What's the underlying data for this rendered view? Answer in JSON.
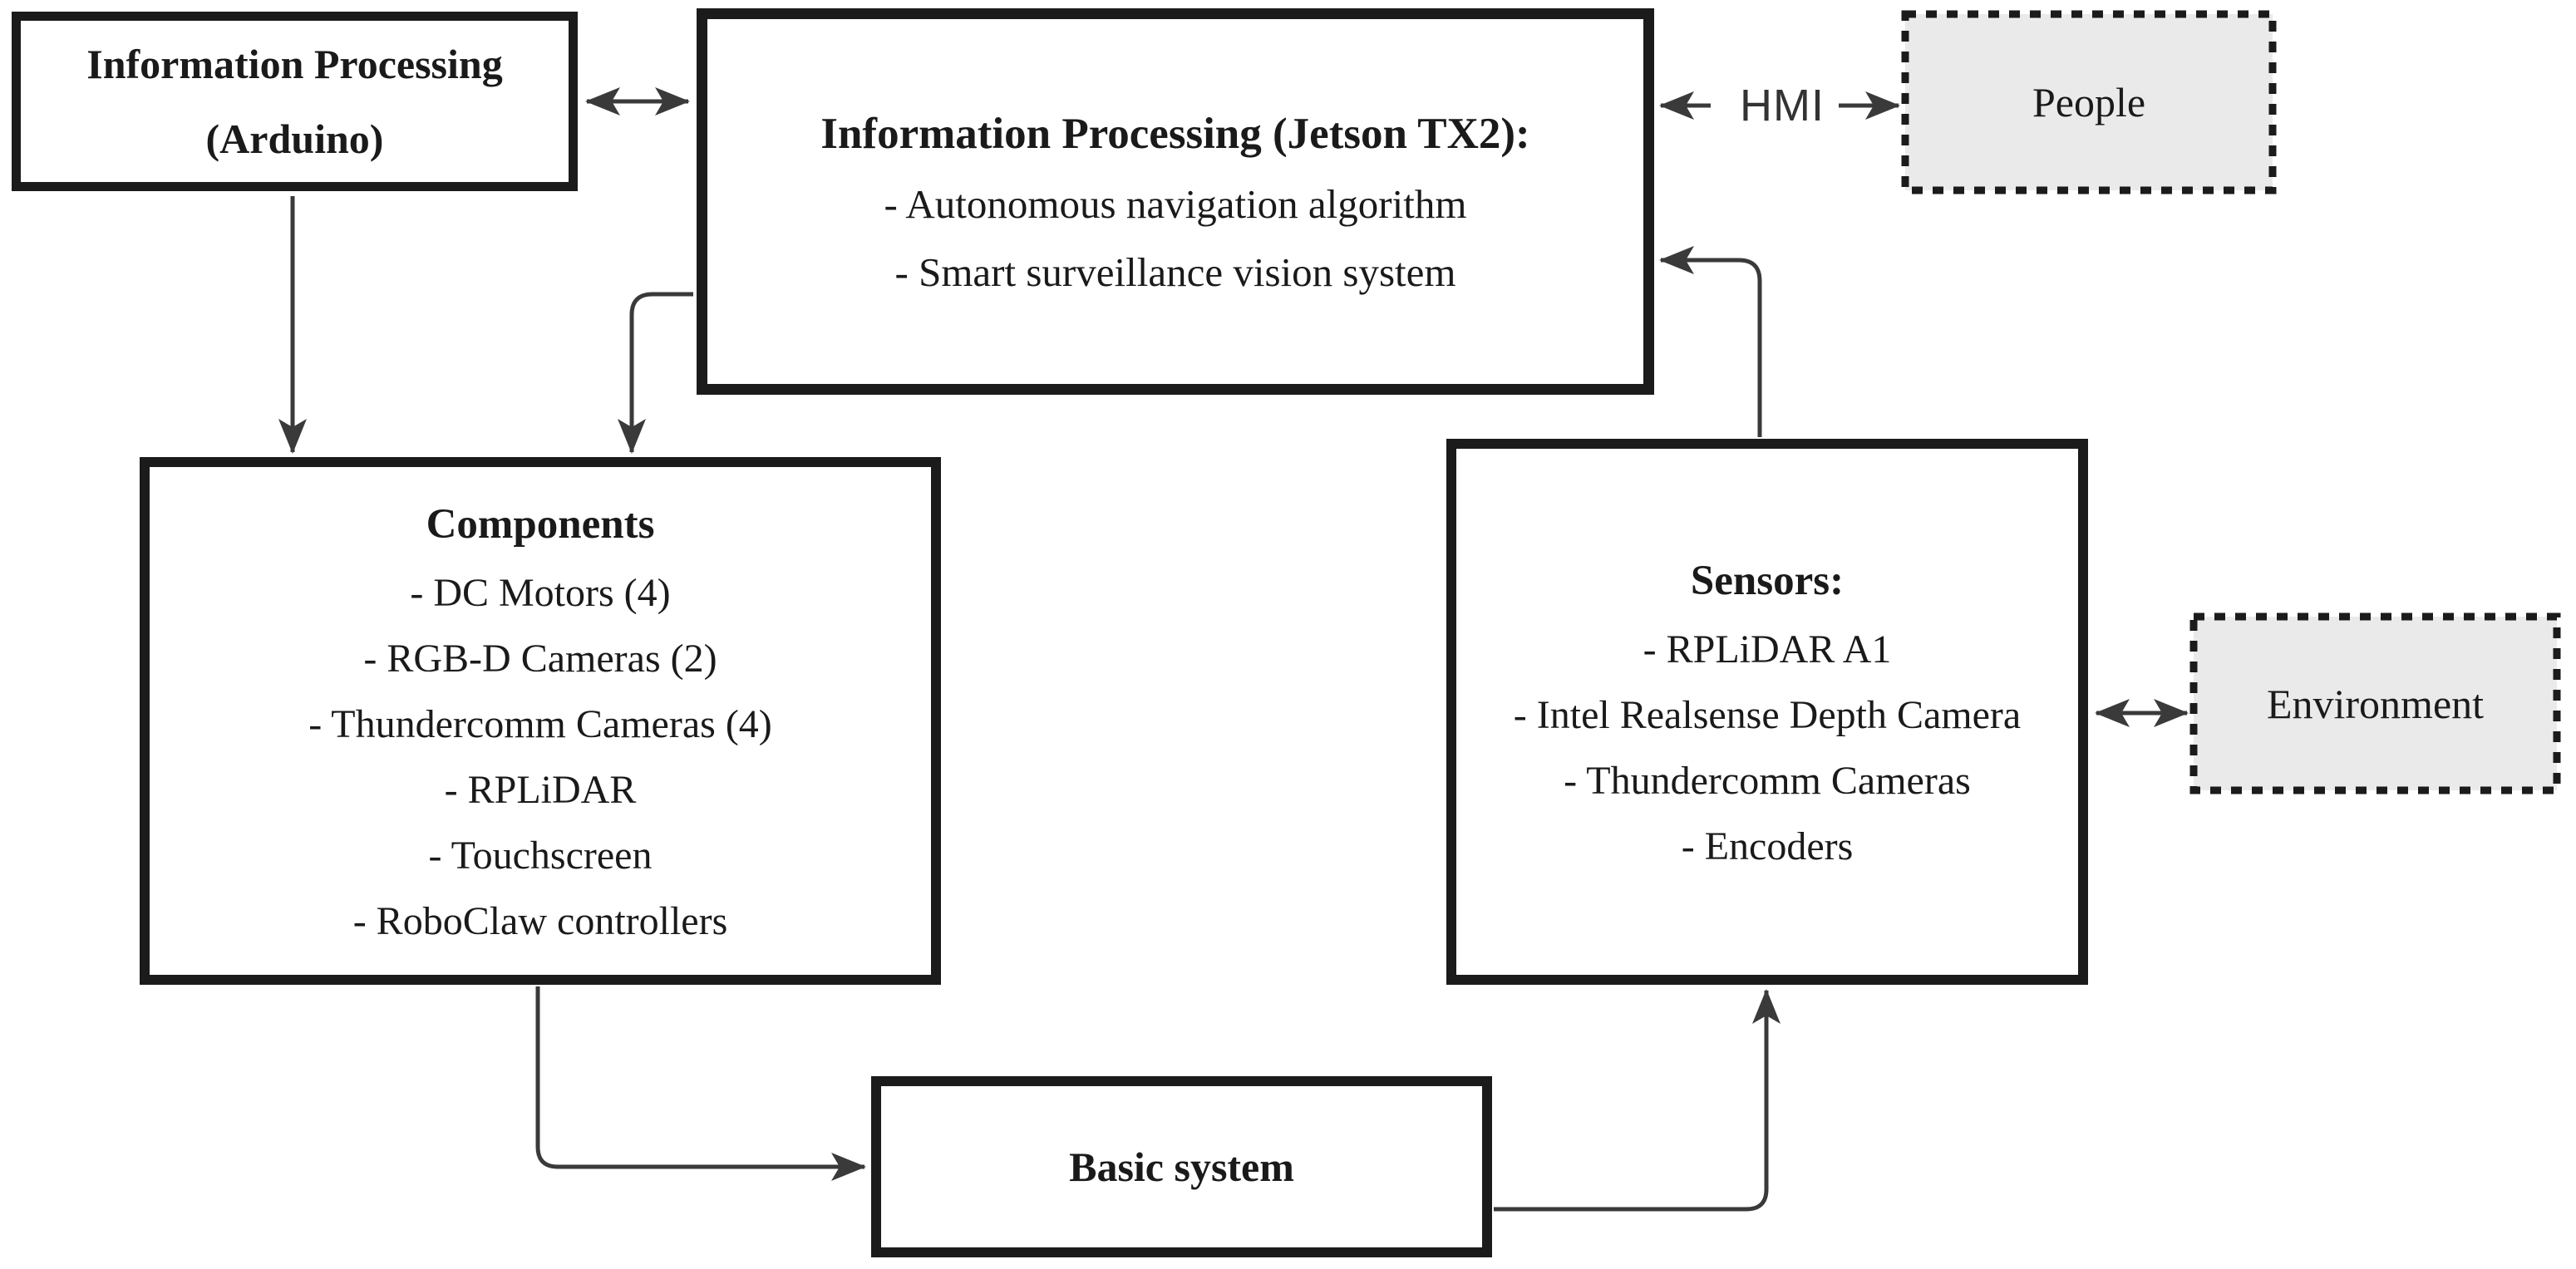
{
  "diagram": {
    "boxes": {
      "arduino": {
        "lines": [
          "Information Processing",
          "(Arduino)"
        ]
      },
      "jetson": {
        "title": "Information Processing (Jetson TX2):",
        "items": [
          "- Autonomous navigation algorithm",
          "- Smart surveillance vision system"
        ]
      },
      "components": {
        "title": "Components",
        "items": [
          "- DC Motors (4)",
          "- RGB-D Cameras (2)",
          "- Thundercomm Cameras (4)",
          "- RPLiDAR",
          "- Touchscreen",
          "- RoboClaw controllers"
        ]
      },
      "sensors": {
        "title": "Sensors:",
        "items": [
          "- RPLiDAR A1",
          "- Intel Realsense Depth Camera",
          "- Thundercomm Cameras",
          "- Encoders"
        ]
      },
      "people": {
        "label": "People"
      },
      "environment": {
        "label": "Environment"
      },
      "basic_system": {
        "label": "Basic system"
      }
    },
    "labels": {
      "hmi": "HMI"
    },
    "colors": {
      "border": "#1b1b1b",
      "line": "#3a3a3a",
      "dotted_fill": "#eaeaea",
      "text": "#1a1a1a"
    }
  }
}
